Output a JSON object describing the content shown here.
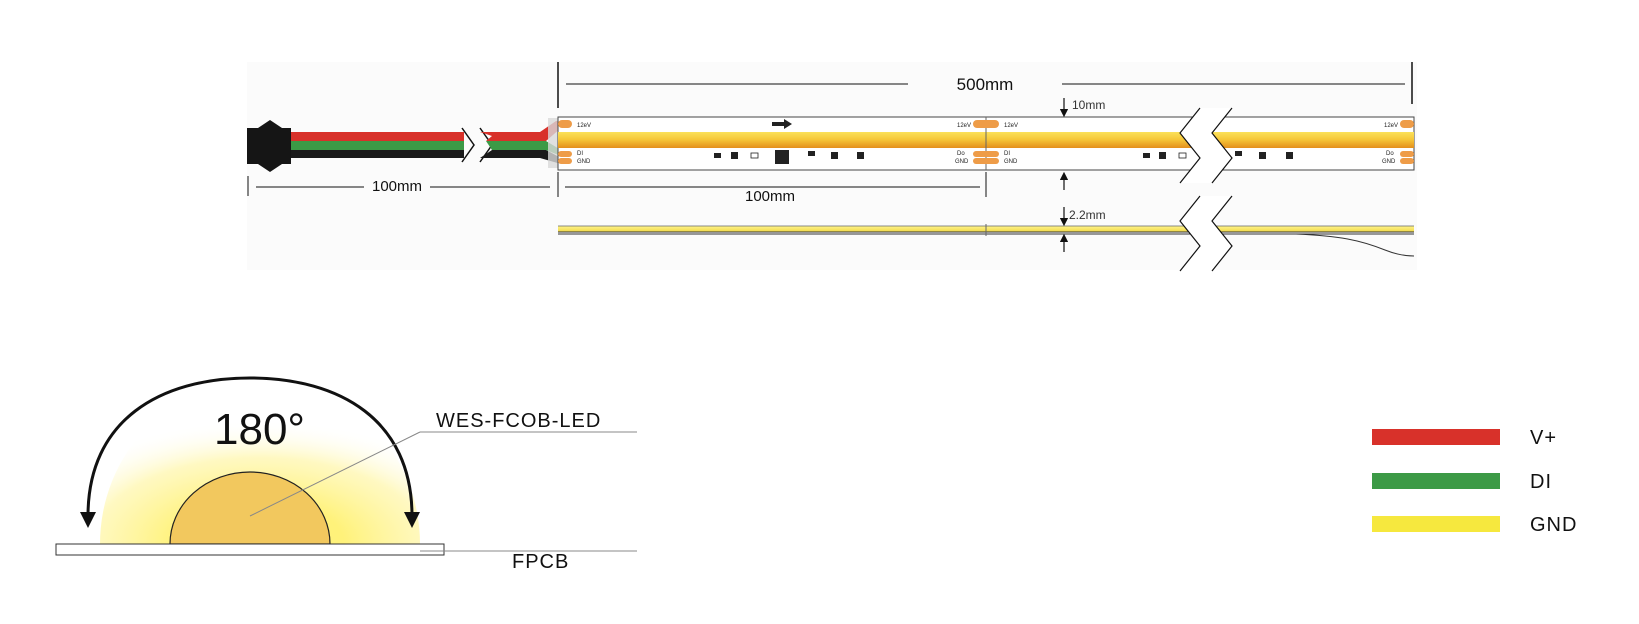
{
  "dimensions": {
    "total_length": "500mm",
    "lead_length": "100mm",
    "segment_length": "100mm",
    "width": "10mm",
    "thickness": "2.2mm"
  },
  "pad_labels": {
    "v_in": "12eV",
    "di": "DI",
    "do": "Do",
    "gnd": "GND"
  },
  "beam": {
    "angle": "180°",
    "led_label": "WES-FCOB-LED",
    "board_label": "FPCB"
  },
  "legend": [
    {
      "label": "V+",
      "color": "#d8312a"
    },
    {
      "label": "DI",
      "color": "#3c9a46"
    },
    {
      "label": "GND",
      "color": "#f6e83e"
    }
  ],
  "colors": {
    "strip_top": "#f6c83a",
    "strip_bottom": "#e99a20",
    "pad": "#ee9c48",
    "glow": "#fff27a",
    "dome": "#f2c85e",
    "wire_red": "#d8312a",
    "wire_green": "#3c9a46",
    "wire_black": "#111111"
  }
}
